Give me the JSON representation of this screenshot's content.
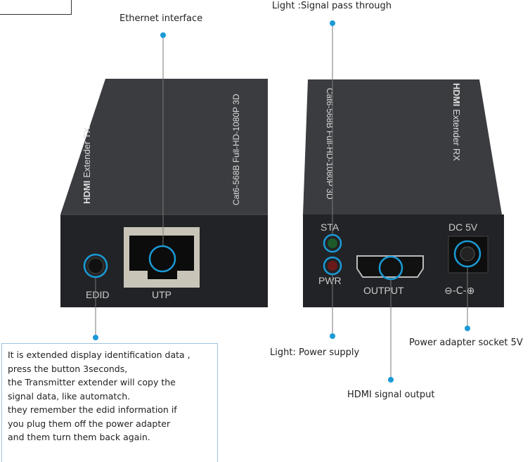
{
  "labels": {
    "ethernet": "Ethernet interface",
    "signal_light": "Light :Signal pass through",
    "power_light": "Light: Power supply",
    "hdmi_output": "HDMI signal output",
    "power_socket": "Power adapter socket 5V"
  },
  "tx": {
    "brand": "HDMI",
    "name": "Extender  TX",
    "spec": "Cat6-568B  Full-HD-1080P 3D",
    "edid": "EDID",
    "utp": "UTP"
  },
  "rx": {
    "brand": "HDMI",
    "name": "Extender  RX",
    "spec": "Cat6-568B  Full-HD-1080P 3D",
    "sta": "STA",
    "pwr": "PWR",
    "output": "OUTPUT",
    "dc": "DC 5V",
    "polarity": "⊖-C-⊕"
  },
  "description": [
    "It is extended display identification data ,",
    "press the button 3seconds,",
    "the Transmitter extender will copy the",
    "signal data, like automatch.",
    "they remember the edid information if",
    "you plug them off the power adapter",
    "and them turn them back again."
  ],
  "colors": {
    "accent": "#1a9ad6",
    "device": "#2b2d30",
    "text": "#222222"
  }
}
